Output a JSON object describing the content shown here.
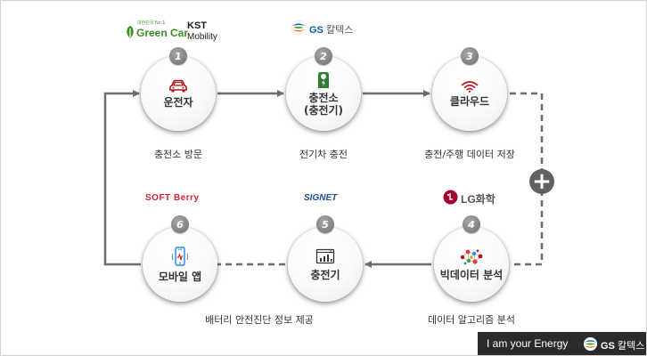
{
  "nodes": [
    {
      "number": "1",
      "label": "운전자",
      "caption": "충전소 방문",
      "icon": "car-icon"
    },
    {
      "number": "2",
      "label": "충전소\n(충전기)",
      "caption": "전기차 충전",
      "icon": "charging-station-icon"
    },
    {
      "number": "3",
      "label": "클라우드",
      "caption": "충전/주행 데이터 저장",
      "icon": "wifi-icon"
    },
    {
      "number": "4",
      "label": "빅데이터 분석",
      "caption": "데이터 알고리즘 분석",
      "icon": "network-icon"
    },
    {
      "number": "5",
      "label": "충전기",
      "caption": "",
      "icon": "chart-screen-icon"
    },
    {
      "number": "6",
      "label": "모바일 앱",
      "caption": "",
      "icon": "mobile-phone-icon"
    }
  ],
  "bottom_caption": "배터리 안전진단 정보 제공",
  "plus_symbol": "+",
  "logos": {
    "greencar_small": "대한민국 No.1",
    "greencar": "Green Car",
    "kst_line1": "KST",
    "kst_line2": "Mobility",
    "gs_brand": "GS",
    "gs_korean": "칼텍스",
    "lg": "LG",
    "lg_korean": "화학",
    "signet": "SIGNET",
    "softberry": "SOFT Berry"
  },
  "footer": {
    "slogan": "I am your Energy",
    "brand": "GS",
    "brand_korean": "칼텍스"
  },
  "colors": {
    "arrow": "#6d6d6d",
    "node_icon": "#b5121b",
    "station_green": "#2e7d32",
    "badge": "#7f7f7f",
    "footer_bg": "#2b2b2b",
    "gs_blue": "#0a5ca8",
    "lg_red": "#a50034",
    "softberry_red": "#d81e2c"
  }
}
